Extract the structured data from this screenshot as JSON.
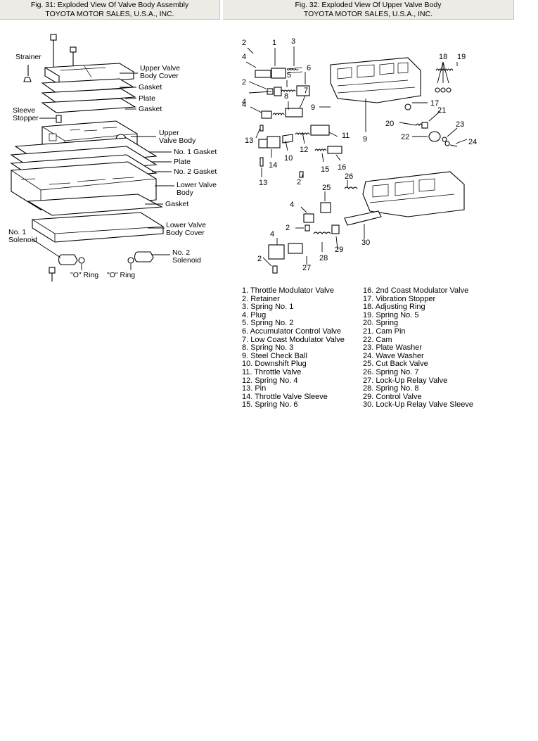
{
  "header_left": {
    "line1": "Fig. 31: Exploded View Of Valve Body Assembly",
    "line2": "TOYOTA MOTOR SALES, U.S.A., INC."
  },
  "header_right": {
    "line1": "Fig. 32: Exploded View Of Upper Valve Body",
    "line2": "TOYOTA MOTOR SALES, U.S.A., INC."
  },
  "fig31": {
    "labels": {
      "strainer": "Strainer",
      "upper_cover_1": "Upper Valve",
      "upper_cover_2": "Body Cover",
      "gasket_a": "Gasket",
      "plate_a": "Plate",
      "gasket_b": "Gasket",
      "sleeve_1": "Sleeve",
      "sleeve_2": "Stopper",
      "upper_body_1": "Upper",
      "upper_body_2": "Valve Body",
      "no1_gasket": "No. 1 Gasket",
      "plate_b": "Plate",
      "no2_gasket": "No. 2 Gasket",
      "lower_body_1": "Lower Valve",
      "lower_body_2": "Body",
      "gasket_c": "Gasket",
      "lower_cover_1": "Lower Valve",
      "lower_cover_2": "Body Cover",
      "no1_sol_1": "No. 1",
      "no1_sol_2": "Solenoid",
      "no2_sol_1": "No. 2",
      "no2_sol_2": "Solenoid",
      "oring_1": "\"O\" Ring",
      "oring_2": "\"O\" Ring"
    }
  },
  "fig32": {
    "numbers": [
      "2",
      "1",
      "3",
      "4",
      "2",
      "5",
      "6",
      "4",
      "8",
      "7",
      "4",
      "9",
      "13",
      "10",
      "11",
      "12",
      "9",
      "14",
      "15",
      "16",
      "13",
      "2",
      "18",
      "19",
      "17",
      "21",
      "20",
      "22",
      "23",
      "24",
      "25",
      "26",
      "4",
      "2",
      "4",
      "30",
      "2",
      "29",
      "28",
      "27"
    ]
  },
  "legend": {
    "left": [
      "1. Throttle Modulator Valve",
      "2. Retainer",
      "3. Spring No. 1",
      "4. Plug",
      "5. Spring No. 2",
      "6. Accumulator Control Valve",
      "7. Low Coast Modulator Valve",
      "8. Spring No. 3",
      "9. Steel Check Ball",
      "10. Downshift Plug",
      "11. Throttle Valve",
      "12. Spring No. 4",
      "13. Pin",
      "14. Throttle Valve Sleeve",
      "15. Spring No. 6"
    ],
    "right": [
      "16. 2nd Coast Modulator Valve",
      "17. Vibration  Stopper",
      "18. Adjusting Ring",
      "19. Spring No. 5",
      "20. Spring",
      "21. Cam Pin",
      "22. Cam",
      "23. Plate Washer",
      "24. Wave Washer",
      "25. Cut Back Valve",
      "26. Spring No. 7",
      "27. Lock-Up Relay Valve",
      "28. Spring No. 8",
      "29. Control Valve",
      "30. Lock-Up Relay Valve Sleeve"
    ]
  }
}
